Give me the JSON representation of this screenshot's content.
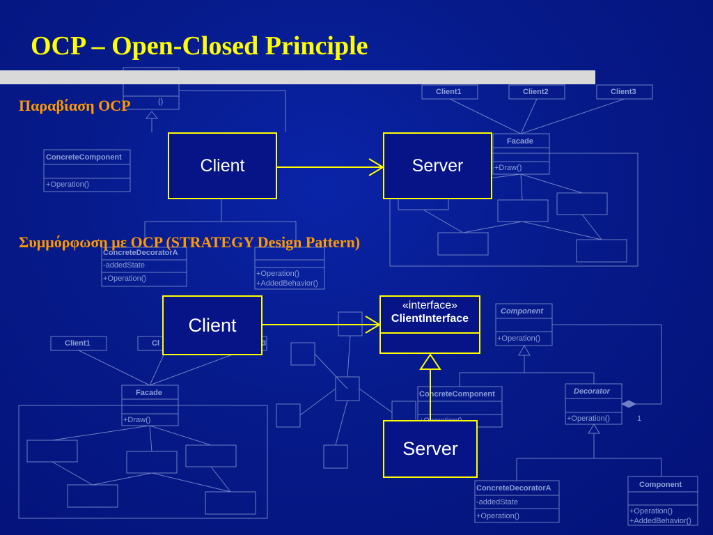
{
  "slide": {
    "title": "OCP – Open-Closed Principle",
    "heading_violation": "Παραβίαση OCP",
    "heading_conformance": "Συμμόρφωση με OCP  (STRATEGY Design Pattern)"
  },
  "diagram_top": {
    "client_label": "Client",
    "server_label": "Server"
  },
  "diagram_bottom": {
    "client_label": "Client",
    "interface_stereotype": "«interface»",
    "interface_name": "ClientInterface",
    "server_label": "Server"
  },
  "background_uml": {
    "top_right": {
      "clients": [
        "Client1",
        "Client2",
        "Client3"
      ],
      "facade_name": "Facade",
      "facade_op": "+Draw()"
    },
    "top_left": {
      "concrete_component": "ConcreteComponent",
      "concrete_component_op": "+Operation()",
      "decorator_a": "ConcreteDecoratorA",
      "decorator_a_attr": "-addedState",
      "decorator_a_op": "+Operation()",
      "decorator_b_op1": "+Operation()",
      "decorator_b_op2": "+AddedBehavior()",
      "component_op_fragment": "()"
    },
    "bottom_left": {
      "clients": [
        "Client1",
        "Cl",
        "3"
      ],
      "facade_name": "Facade",
      "facade_op": "+Draw()"
    },
    "bottom_right": {
      "component": "Component",
      "component_op": "+Operation()",
      "concrete_component": "ConcreteComponent",
      "concrete_component_op": "+Operation()",
      "decorator": "Decorator",
      "decorator_op": "+Operation()",
      "multiplicity": "1",
      "decorator_a": "ConcreteDecoratorA",
      "decorator_a_attr": "-addedState",
      "decorator_a_op": "+Operation()",
      "decorator_b": "Component",
      "decorator_b_op1": "+Operation()",
      "decorator_b_op2": "+AddedBehavior()"
    }
  },
  "colors": {
    "title": "#ffff00",
    "heading": "#ff9900",
    "box_border": "#ffff00",
    "background": "#061a8a"
  }
}
